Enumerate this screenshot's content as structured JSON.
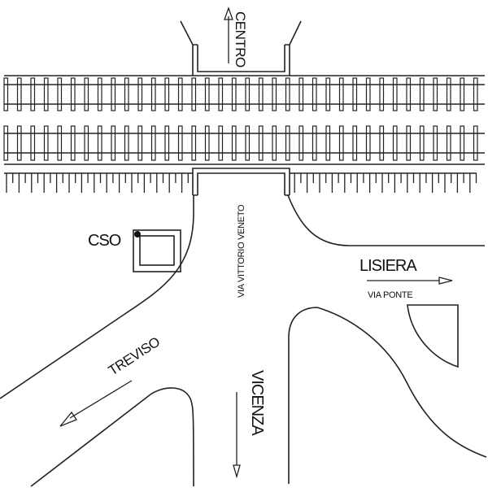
{
  "map": {
    "title": "Level crossing map",
    "colors": {
      "ink": "#222222",
      "background": "#ffffff"
    },
    "labels": {
      "centro": "CENTRO",
      "cso": "CSO",
      "via_vittorio_veneto": "VIA VITTORIO VENETO",
      "lisiera": "LISIERA",
      "via_ponte": "VIA PONTE",
      "treviso": "TREVISO",
      "vicenza": "VICENZA"
    },
    "directions": {
      "centro": "north",
      "lisiera": "east",
      "treviso": "south-west",
      "vicenza": "south"
    },
    "features": {
      "rail_tracks": 2,
      "level_crossing": "Via Vittorio Veneto",
      "cso_marker": "building with entrance dot"
    }
  }
}
